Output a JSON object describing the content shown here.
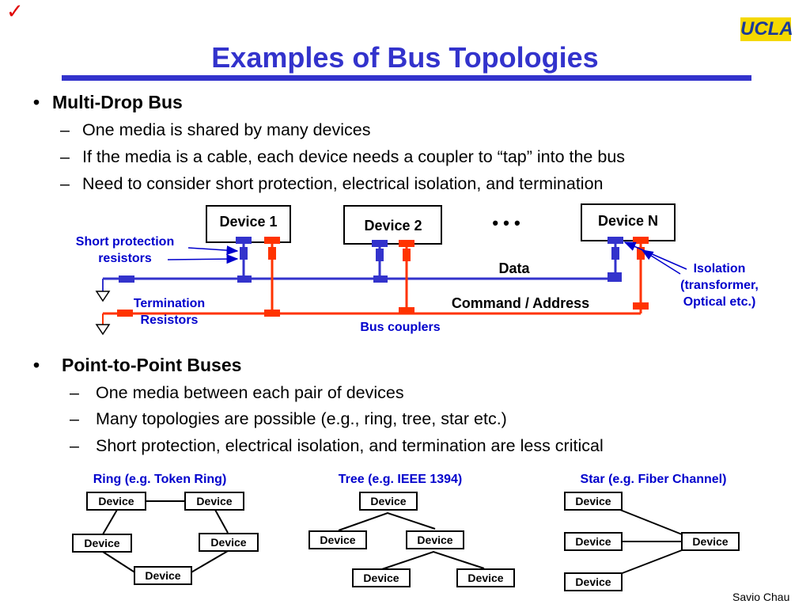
{
  "slide": {
    "check_mark": "✓",
    "logo": "UCLA",
    "title": "Examples of Bus Topologies",
    "footer": "Savio Chau"
  },
  "section1": {
    "bullet": "•",
    "dash": "–",
    "heading": "Multi-Drop Bus",
    "points": [
      "One media is shared by many devices",
      "If the media is a cable, each device needs a coupler to “tap” into the bus",
      "Need to consider short protection, electrical isolation, and termination"
    ]
  },
  "bus_diagram": {
    "devices": [
      "Device 1",
      "Device 2",
      "Device N"
    ],
    "ellipsis": "•   •   •",
    "bus_labels": {
      "data": "Data",
      "command": "Command / Address"
    },
    "annotations": {
      "short_protection": "Short protection resistors",
      "termination": "Termination Resistors",
      "bus_couplers": "Bus couplers",
      "isolation": "Isolation (transformer, Optical etc.)"
    },
    "colors": {
      "data_bus": "#3333cc",
      "command_bus": "#ff3300",
      "annotation": "#0000cc"
    }
  },
  "section2": {
    "bullet": "•",
    "dash": "–",
    "heading": "Point-to-Point Buses",
    "points": [
      "One media between each pair of devices",
      "Many topologies are possible (e.g., ring, tree, star etc.)",
      "Short protection, electrical isolation, and termination are less critical"
    ]
  },
  "topologies": {
    "ring": {
      "title": "Ring (e.g. Token Ring)",
      "node_label": "Device"
    },
    "tree": {
      "title": "Tree (e.g. IEEE 1394)",
      "node_label": "Device"
    },
    "star": {
      "title": "Star (e.g. Fiber Channel)",
      "node_label": "Device"
    }
  }
}
